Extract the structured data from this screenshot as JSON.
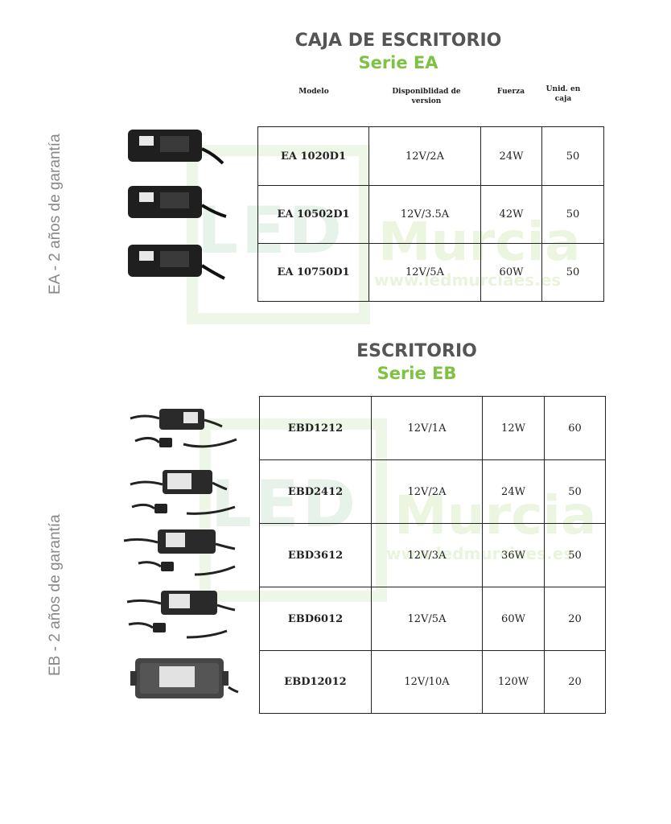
{
  "watermark": {
    "brand_led": "LED",
    "brand_city": "Murcia",
    "url": "www.ledmurciaes.es"
  },
  "section_ea": {
    "title": "CAJA DE ESCRITORIO",
    "serie": "Serie EA",
    "warranty": "EA - 2 años de garantía",
    "headers": {
      "modelo": "Modelo",
      "disponibilidad": "Disponiblidad de version",
      "fuerza": "Fuerza",
      "unid": "Unid. en caja"
    },
    "rows": [
      {
        "modelo": "EA 1020D1",
        "version": "12V/2A",
        "fuerza": "24W",
        "unid": "50"
      },
      {
        "modelo": "EA 10502D1",
        "version": "12V/3.5A",
        "fuerza": "42W",
        "unid": "50"
      },
      {
        "modelo": "EA 10750D1",
        "version": "12V/5A",
        "fuerza": "60W",
        "unid": "50"
      }
    ]
  },
  "section_eb": {
    "title": "ESCRITORIO",
    "serie": "Serie EB",
    "warranty": "EB  - 2 años de garantía",
    "rows": [
      {
        "modelo": "EBD1212",
        "version": "12V/1A",
        "fuerza": "12W",
        "unid": "60"
      },
      {
        "modelo": "EBD2412",
        "version": "12V/2A",
        "fuerza": "24W",
        "unid": "50"
      },
      {
        "modelo": "EBD3612",
        "version": "12V/3A",
        "fuerza": "36W",
        "unid": "50"
      },
      {
        "modelo": "EBD6012",
        "version": "12V/5A",
        "fuerza": "60W",
        "unid": "20"
      },
      {
        "modelo": "EBD12012",
        "version": "12V/10A",
        "fuerza": "120W",
        "unid": "20"
      }
    ]
  },
  "colors": {
    "accent_green": "#7dc242",
    "title_gray": "#555555",
    "side_gray": "#888888"
  }
}
